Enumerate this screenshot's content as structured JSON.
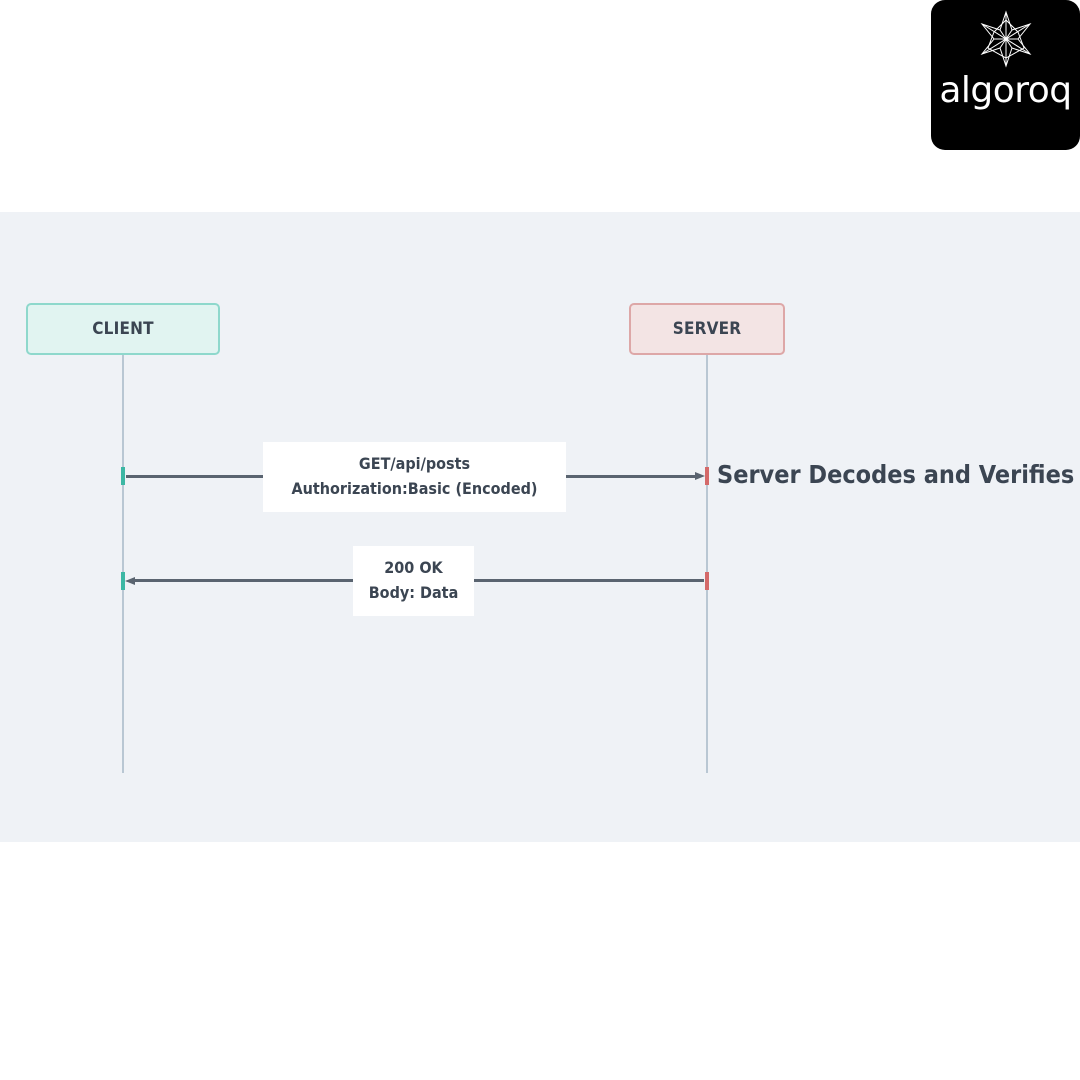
{
  "logo": {
    "text": "algoroq",
    "icon": "geometric-star-icon"
  },
  "participants": {
    "client": "CLIENT",
    "server": "SERVER"
  },
  "messages": [
    {
      "from": "CLIENT",
      "to": "SERVER",
      "lines": [
        "GET/api/posts",
        "Authorization:Basic (Encoded)"
      ]
    },
    {
      "from": "SERVER",
      "to": "CLIENT",
      "lines": [
        "200 OK",
        "Body: Data"
      ]
    }
  ],
  "note": "Server Decodes and Verifies",
  "colors": {
    "client_border": "#8ed8cc",
    "client_fill": "#e1f4f1",
    "server_border": "#dda7a7",
    "server_fill": "#f3e4e4",
    "background": "#eff2f6"
  }
}
